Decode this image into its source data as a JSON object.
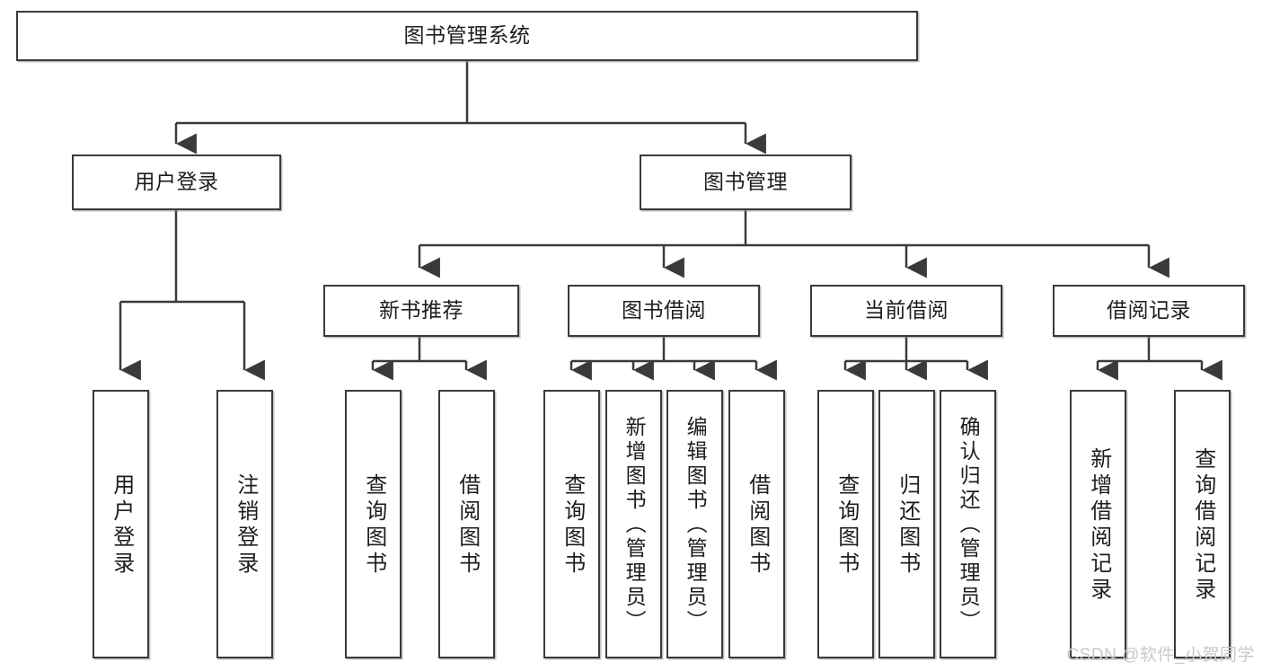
{
  "diagram": {
    "type": "tree-hierarchy",
    "title": "图书管理系统",
    "orientation": "top-down",
    "colors": {
      "box_border": "#3a3a3a",
      "box_fill": "#ffffff",
      "edge": "#3a3a3a",
      "text": "#1d1d1d",
      "watermark": "#c9c9c9",
      "background": "#ffffff"
    },
    "levels": {
      "root": {
        "label": "图书管理系统"
      },
      "level2": [
        {
          "label": "用户登录"
        },
        {
          "label": "图书管理"
        }
      ],
      "level3": [
        {
          "label": "新书推荐"
        },
        {
          "label": "图书借阅"
        },
        {
          "label": "当前借阅"
        },
        {
          "label": "借阅记录"
        }
      ],
      "leaves": {
        "user_login": [
          {
            "label": "用户登录"
          },
          {
            "label": "注销登录"
          }
        ],
        "new_book_recommend": [
          {
            "label": "查询图书"
          },
          {
            "label": "借阅图书"
          }
        ],
        "book_borrow": [
          {
            "label": "查询图书"
          },
          {
            "label": "新增图书（管理员）"
          },
          {
            "label": "编辑图书（管理员）"
          },
          {
            "label": "借阅图书"
          }
        ],
        "current_borrow": [
          {
            "label": "查询图书"
          },
          {
            "label": "归还图书"
          },
          {
            "label": "确认归还（管理员）"
          }
        ],
        "borrow_record": [
          {
            "label": "新增借阅记录"
          },
          {
            "label": "查询借阅记录"
          }
        ]
      }
    },
    "watermark": "CSDN @软件_小贺同学"
  }
}
